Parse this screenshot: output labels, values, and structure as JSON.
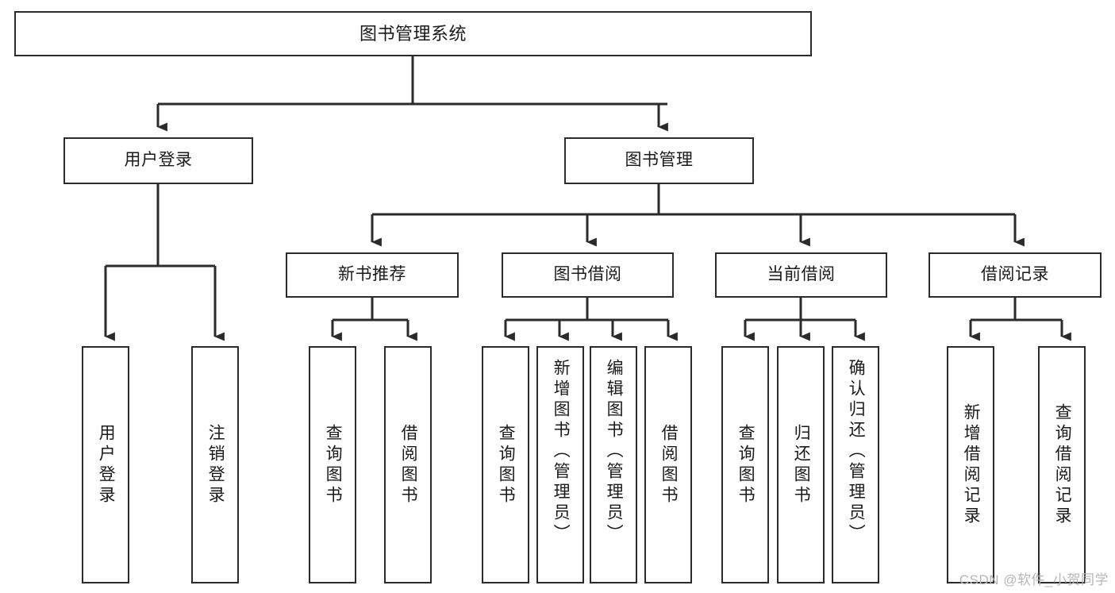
{
  "diagram": {
    "type": "tree",
    "title": "图书管理系统",
    "watermark": "CSDN @软件_小贺同学",
    "nodes": {
      "root": {
        "label": "图书管理系统"
      },
      "level2": [
        {
          "label": "用户登录"
        },
        {
          "label": "图书管理"
        }
      ],
      "level3": [
        {
          "label": "新书推荐"
        },
        {
          "label": "图书借阅"
        },
        {
          "label": "当前借阅"
        },
        {
          "label": "借阅记录"
        }
      ],
      "leaves_user_login": [
        {
          "label": "用户登录"
        },
        {
          "label": "注销登录"
        }
      ],
      "leaves_new_book": [
        {
          "label": "查询图书"
        },
        {
          "label": "借阅图书"
        }
      ],
      "leaves_borrow": [
        {
          "label": "查询图书"
        },
        {
          "label": "新增图书（管理员）"
        },
        {
          "label": "编辑图书（管理员）"
        },
        {
          "label": "借阅图书"
        }
      ],
      "leaves_current": [
        {
          "label": "查询图书"
        },
        {
          "label": "归还图书"
        },
        {
          "label": "确认归还（管理员）"
        }
      ],
      "leaves_records": [
        {
          "label": "新增借阅记录"
        },
        {
          "label": "查询借阅记录"
        }
      ]
    },
    "colors": {
      "stroke": "#2b2b2b",
      "fill": "#ffffff",
      "text": "#1a1a1a",
      "watermark": "#b6b6b6"
    }
  }
}
